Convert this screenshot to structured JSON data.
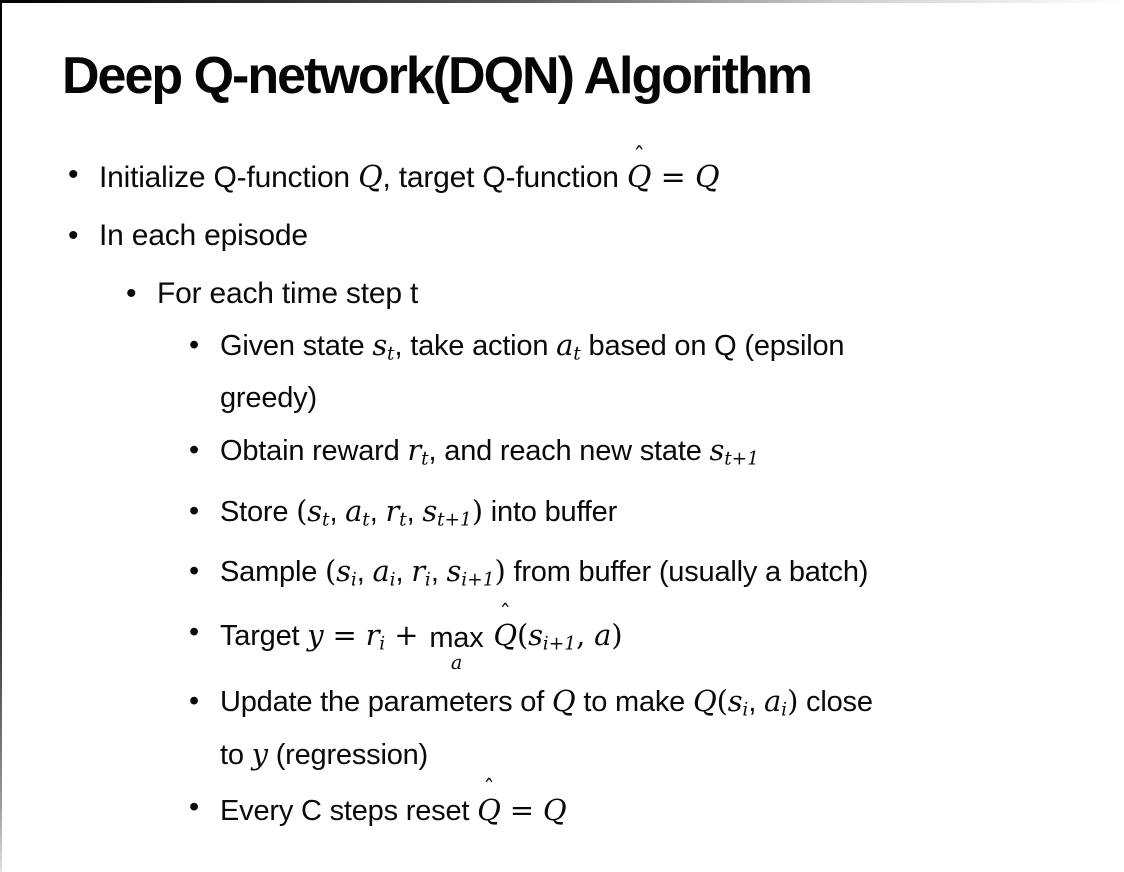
{
  "slide": {
    "title": "Deep Q-network(DQN) Algorithm",
    "bullet_marker": "•",
    "text_color": "#0a0a0a",
    "background_color": "#ffffff",
    "bullets": [
      {
        "level": 1,
        "plain_text": "Initialize Q-function Q, target Q-function Q̂ = Q",
        "segments": [
          {
            "s": "p",
            "t": "Initialize Q-function "
          },
          {
            "s": "m",
            "t": "Q"
          },
          {
            "s": "p",
            "t": ", target Q-function "
          },
          {
            "s": "hat",
            "t": "Q"
          },
          {
            "s": "d",
            "t": " = "
          },
          {
            "s": "m",
            "t": "Q"
          }
        ]
      },
      {
        "level": 1,
        "plain_text": "In each episode",
        "segments": [
          {
            "s": "p",
            "t": "In each episode"
          }
        ]
      },
      {
        "level": 2,
        "plain_text": "For each time step t",
        "segments": [
          {
            "s": "p",
            "t": "For each time step t"
          }
        ]
      },
      {
        "level": 3,
        "plain_text": "Given state st, take action at based on Q (epsilon greedy)",
        "segments": [
          {
            "s": "p",
            "t": "Given state "
          },
          {
            "s": "m",
            "t": "s"
          },
          {
            "s": "sub",
            "t": "t"
          },
          {
            "s": "p",
            "t": ", take action "
          },
          {
            "s": "m",
            "t": "a"
          },
          {
            "s": "sub",
            "t": "t"
          },
          {
            "s": "p",
            "t": " based on Q (epsilon"
          },
          {
            "s": "br"
          },
          {
            "s": "p",
            "t": "greedy)"
          }
        ]
      },
      {
        "level": 3,
        "plain_text": "Obtain reward rt, and reach new state st+1",
        "segments": [
          {
            "s": "p",
            "t": "Obtain reward "
          },
          {
            "s": "m",
            "t": "r"
          },
          {
            "s": "sub",
            "t": "t"
          },
          {
            "s": "p",
            "t": ", and reach new state "
          },
          {
            "s": "m",
            "t": "s"
          },
          {
            "s": "sub",
            "t": "t+1"
          }
        ]
      },
      {
        "level": 3,
        "plain_text": "Store (st, at, rt, st+1) into buffer",
        "segments": [
          {
            "s": "p",
            "t": "Store "
          },
          {
            "s": "d",
            "t": "("
          },
          {
            "s": "m",
            "t": "s"
          },
          {
            "s": "sub",
            "t": "t"
          },
          {
            "s": "p",
            "t": ", "
          },
          {
            "s": "m",
            "t": "a"
          },
          {
            "s": "sub",
            "t": "t"
          },
          {
            "s": "p",
            "t": ", "
          },
          {
            "s": "m",
            "t": "r"
          },
          {
            "s": "sub",
            "t": "t"
          },
          {
            "s": "p",
            "t": ", "
          },
          {
            "s": "m",
            "t": "s"
          },
          {
            "s": "sub",
            "t": "t+1"
          },
          {
            "s": "d",
            "t": ")"
          },
          {
            "s": "p",
            "t": " into buffer"
          }
        ]
      },
      {
        "level": 3,
        "plain_text": "Sample (si, ai, ri, si+1) from buffer (usually a batch)",
        "segments": [
          {
            "s": "p",
            "t": "Sample "
          },
          {
            "s": "d",
            "t": "("
          },
          {
            "s": "m",
            "t": "s"
          },
          {
            "s": "sub",
            "t": "i"
          },
          {
            "s": "p",
            "t": ", "
          },
          {
            "s": "m",
            "t": "a"
          },
          {
            "s": "sub",
            "t": "i"
          },
          {
            "s": "p",
            "t": ", "
          },
          {
            "s": "m",
            "t": "r"
          },
          {
            "s": "sub",
            "t": "i"
          },
          {
            "s": "p",
            "t": ", "
          },
          {
            "s": "m",
            "t": "s"
          },
          {
            "s": "sub",
            "t": "i+1"
          },
          {
            "s": "d",
            "t": ")"
          },
          {
            "s": "p",
            "t": " from buffer (usually a batch)"
          }
        ]
      },
      {
        "level": 3,
        "plain_text": "Target y = ri + max_a Q̂(si+1, a)",
        "segments": [
          {
            "s": "p",
            "t": "Target "
          },
          {
            "s": "m",
            "t": "y"
          },
          {
            "s": "d",
            "t": " = "
          },
          {
            "s": "m",
            "t": "r"
          },
          {
            "s": "sub",
            "t": "i"
          },
          {
            "s": "d",
            "t": " + "
          },
          {
            "s": "op",
            "t": "max",
            "u": "a"
          },
          {
            "s": "p",
            "t": " "
          },
          {
            "s": "hat",
            "t": "Q"
          },
          {
            "s": "d",
            "t": "("
          },
          {
            "s": "m",
            "t": "s"
          },
          {
            "s": "sub",
            "t": "i+1"
          },
          {
            "s": "d",
            "t": ", "
          },
          {
            "s": "m",
            "t": "a"
          },
          {
            "s": "d",
            "t": ")"
          }
        ]
      },
      {
        "level": 3,
        "plain_text": "Update the parameters of Q to make Q(si, ai) close to y (regression)",
        "segments": [
          {
            "s": "p",
            "t": "Update the parameters of "
          },
          {
            "s": "m",
            "t": "Q"
          },
          {
            "s": "p",
            "t": " to make "
          },
          {
            "s": "m",
            "t": "Q"
          },
          {
            "s": "d",
            "t": "("
          },
          {
            "s": "m",
            "t": "s"
          },
          {
            "s": "sub",
            "t": "i"
          },
          {
            "s": "p",
            "t": ", "
          },
          {
            "s": "m",
            "t": "a"
          },
          {
            "s": "sub",
            "t": "i"
          },
          {
            "s": "d",
            "t": ")"
          },
          {
            "s": "p",
            "t": " close"
          },
          {
            "s": "br"
          },
          {
            "s": "p",
            "t": "to "
          },
          {
            "s": "m",
            "t": "y"
          },
          {
            "s": "p",
            "t": " (regression)"
          }
        ]
      },
      {
        "level": 3,
        "plain_text": "Every C steps reset Q̂ = Q",
        "segments": [
          {
            "s": "p",
            "t": "Every C steps reset "
          },
          {
            "s": "hat",
            "t": "Q"
          },
          {
            "s": "d",
            "t": " = "
          },
          {
            "s": "m",
            "t": "Q"
          }
        ]
      }
    ]
  }
}
